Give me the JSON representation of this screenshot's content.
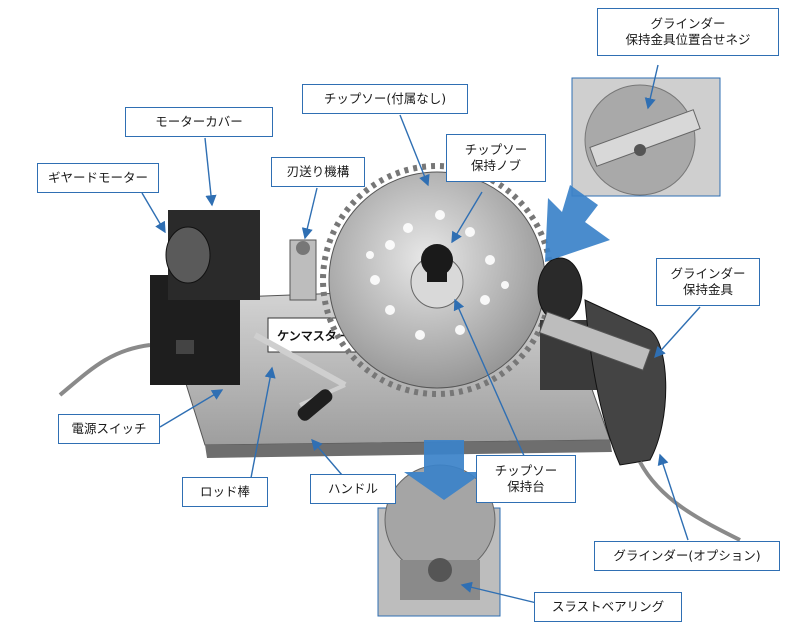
{
  "labels": {
    "grinder_screw_l1": "グラインダー",
    "grinder_screw_l2": "保持金具位置合せネジ",
    "motor_cover": "モーターカバー",
    "chip_saw": "チップソー(付属なし)",
    "chip_knob_l1": "チップソー",
    "chip_knob_l2": "保持ノブ",
    "blade_feed": "刃送り機構",
    "geared_motor": "ギヤードモーター",
    "grinder_holder_l1": "グラインダー",
    "grinder_holder_l2": "保持金具",
    "power_switch": "電源スイッチ",
    "chip_stand_l1": "チップソー",
    "chip_stand_l2": "保持台",
    "handle": "ハンドル",
    "rod": "ロッド棒",
    "grinder_option": "グラインダー(オプション)",
    "thrust_bearing": "スラストベアリング"
  },
  "machine": {
    "brand_plate": "ケンマスター"
  },
  "colors": {
    "label_border": "#2f6fb3",
    "arrow": "#2f6fb3",
    "big_arrow": "#3b82c9",
    "metal": "#bfbfbf",
    "dark": "#1e1e1e"
  }
}
